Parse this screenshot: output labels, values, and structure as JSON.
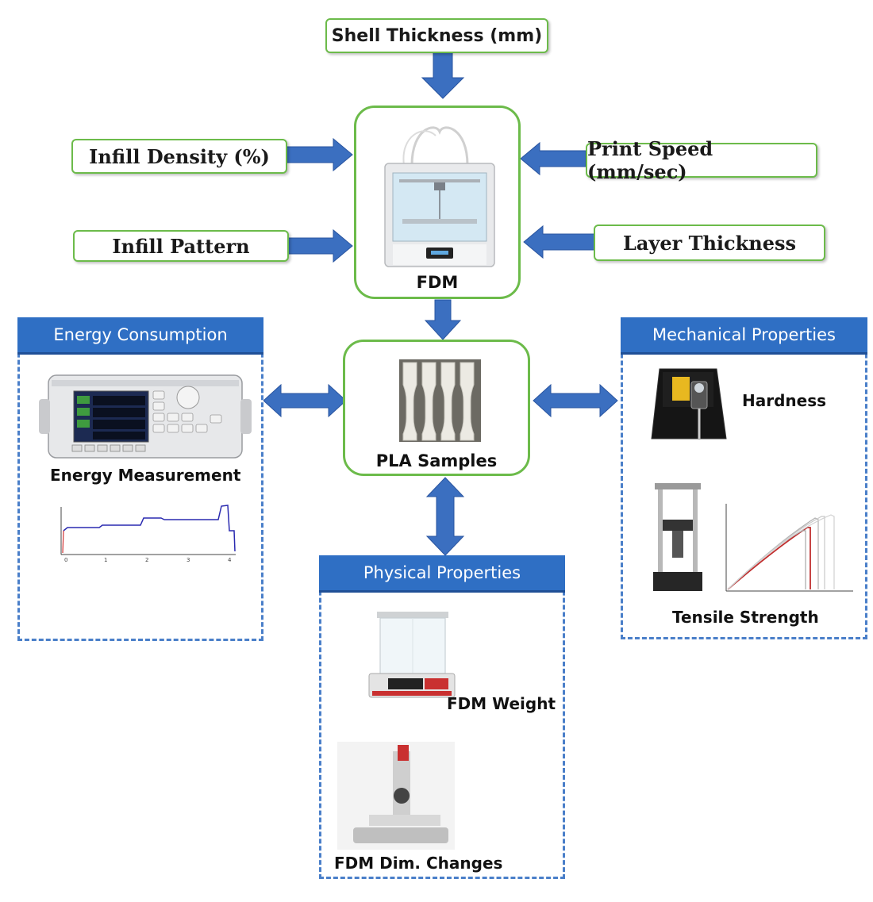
{
  "parameters": {
    "shell_thickness": "Shell Thickness (mm)",
    "infill_density": "Infill Density (%)",
    "infill_pattern": "Infill Pattern",
    "print_speed": "Print Speed (mm/sec)",
    "layer_thickness": "Layer Thickness"
  },
  "center": {
    "fdm_label": "FDM",
    "samples_label": "PLA Samples"
  },
  "energy": {
    "header": "Energy Consumption",
    "measurement_label": "Energy Measurement"
  },
  "mechanical": {
    "header": "Mechanical Properties",
    "hardness_label": "Hardness",
    "tensile_label": "Tensile Strength"
  },
  "physical": {
    "header": "Physical Properties",
    "weight_label": "FDM Weight",
    "dim_label": "FDM Dim. Changes"
  },
  "colors": {
    "green_border": "#6cbb4a",
    "blue_arrow": "#3b6fc0",
    "header_blue": "#2f6fc4"
  }
}
